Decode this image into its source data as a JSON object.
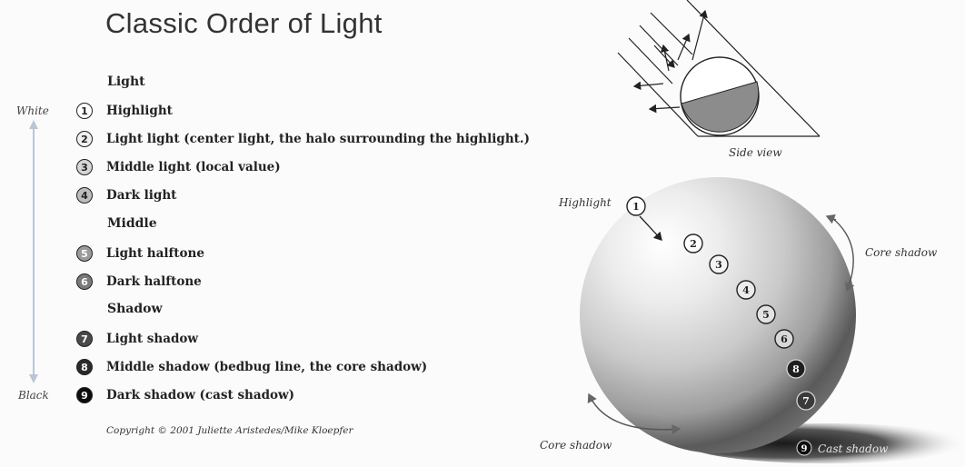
{
  "title": "Classic Order of Light",
  "scale": {
    "top": "White",
    "bottom": "Black"
  },
  "sections": {
    "light": "Light",
    "middle": "Middle",
    "shadow": "Shadow"
  },
  "items": [
    {
      "number": "1",
      "label": "Highlight",
      "fill": "#ffffff",
      "text_color": "#222222"
    },
    {
      "number": "2",
      "label": "Light light (center light, the halo surrounding the highlight.)",
      "fill": "#f0f0f0",
      "text_color": "#222222"
    },
    {
      "number": "3",
      "label": "Middle light (local value)",
      "fill": "#d6d6d6",
      "text_color": "#222222"
    },
    {
      "number": "4",
      "label": "Dark light",
      "fill": "#bdbdbd",
      "text_color": "#222222"
    },
    {
      "number": "5",
      "label": "Light halftone",
      "fill": "#9a9a9a",
      "text_color": "#ffffff"
    },
    {
      "number": "6",
      "label": "Dark halftone",
      "fill": "#7a7a7a",
      "text_color": "#ffffff"
    },
    {
      "number": "7",
      "label": "Light shadow",
      "fill": "#4a4a4a",
      "text_color": "#ffffff"
    },
    {
      "number": "8",
      "label": "Middle shadow (bedbug line, the core shadow)",
      "fill": "#2a2a2a",
      "text_color": "#ffffff"
    },
    {
      "number": "9",
      "label": "Dark shadow (cast shadow)",
      "fill": "#0d0d0d",
      "text_color": "#ffffff"
    }
  ],
  "copyright": "Copyright © 2001 Juliette Aristedes/Mike Kloepfer",
  "diagram": {
    "side_view_label": "Side view",
    "highlight_label": "Highlight",
    "core_shadow_label": "Core shadow",
    "cast_shadow_label": "Cast shadow",
    "highlight_number": "1",
    "cast_shadow_number": "9",
    "sphere_numbers": [
      "2",
      "3",
      "4",
      "5",
      "6",
      "8",
      "7"
    ]
  }
}
